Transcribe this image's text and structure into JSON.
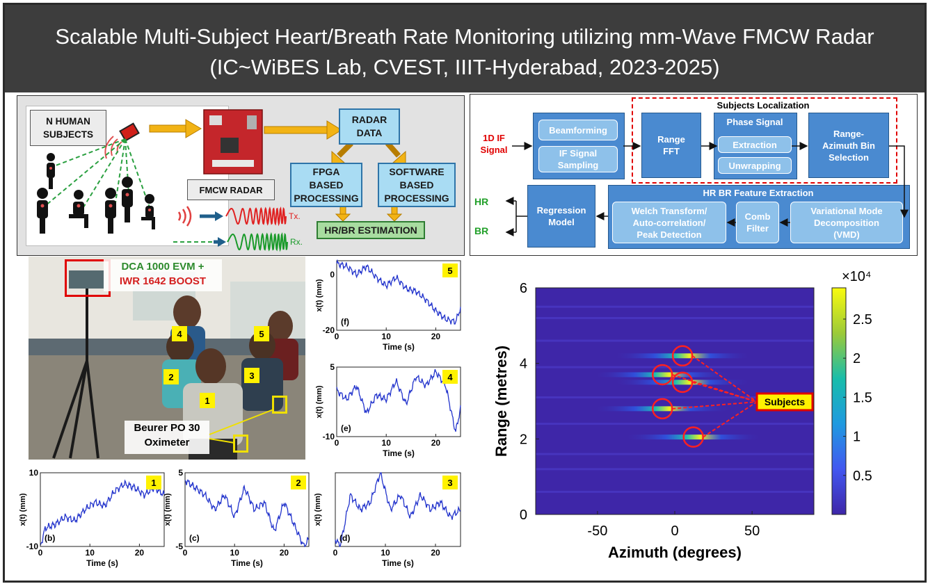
{
  "header": {
    "title_line1": "Scalable Multi-Subject Heart/Breath Rate Monitoring utilizing mm-Wave FMCW Radar",
    "title_line2": "(IC~WiBES Lab, CVEST, IIIT-Hyderabad, 2023-2025)"
  },
  "system": {
    "subjects_label": "N HUMAN\nSUBJECTS",
    "radar_label": "FMCW RADAR",
    "radar_data": "RADAR\nDATA",
    "fpga": "FPGA\nBASED\nPROCESSING",
    "software": "SOFTWARE\nBASED\nPROCESSING",
    "estimation": "HR/BR ESTIMATION",
    "tx": "Tx.",
    "rx": "Rx."
  },
  "pipeline": {
    "input": "1D IF\nSignal",
    "beamforming": "Beamforming",
    "if_sampling": "IF Signal\nSampling",
    "localization_title": "Subjects Localization",
    "range_fft": "Range\nFFT",
    "phase_signal": "Phase Signal",
    "extraction": "Extraction",
    "unwrapping": "Unwrapping",
    "range_azimuth": "Range-\nAzimuth Bin\nSelection",
    "feature_title": "HR BR Feature Extraction",
    "vmd": "Variational Mode\nDecomposition\n(VMD)",
    "comb": "Comb\nFilter",
    "welch": "Welch Transform/\nAuto-correlation/\nPeak Detection",
    "regression": "Regression\nModel",
    "hr": "HR",
    "br": "BR"
  },
  "photo": {
    "device_line1": "DCA 1000 EVM +",
    "device_line2": "IWR 1642 BOOST",
    "oximeter": "Beurer PO 30\nOximeter",
    "numbers": [
      "1",
      "2",
      "3",
      "4",
      "5"
    ]
  },
  "colors": {
    "banner": "#3d3d3d",
    "light_box": "#a9dcf3",
    "green_box": "#a8dca0",
    "blue_box": "#4a8ad0",
    "accent_red": "#e00000",
    "accent_green": "#22a02a",
    "trace": "#2233cc",
    "marker_yellow": "#fff200"
  },
  "chart_data": [
    {
      "type": "line",
      "panel": "(f)",
      "subject": "5",
      "xlabel": "Time (s)",
      "ylabel": "x(t) (mm)",
      "xlim": [
        0,
        25
      ],
      "ylim": [
        -20,
        5
      ],
      "xticks": [
        "0",
        "10",
        "20"
      ],
      "yticks": [
        "-20",
        "0"
      ],
      "x": [
        0,
        2,
        4,
        6,
        8,
        10,
        12,
        14,
        16,
        18,
        20,
        22,
        24,
        25
      ],
      "y": [
        4,
        3,
        0,
        3,
        -1,
        -4,
        -1,
        -5,
        -6,
        -9,
        -13,
        -16,
        -17,
        -12
      ]
    },
    {
      "type": "line",
      "panel": "(e)",
      "subject": "4",
      "xlabel": "Time (s)",
      "ylabel": "x(t) (mm)",
      "xlim": [
        0,
        25
      ],
      "ylim": [
        -10,
        5
      ],
      "xticks": [
        "0",
        "10",
        "20"
      ],
      "yticks": [
        "-10",
        "5"
      ],
      "x": [
        0,
        2,
        4,
        6,
        8,
        10,
        12,
        14,
        16,
        18,
        20,
        22,
        24,
        25
      ],
      "y": [
        0,
        -2,
        1,
        -5,
        -1,
        -2,
        2,
        -3,
        3,
        1,
        4,
        1,
        -9,
        -4
      ]
    },
    {
      "type": "line",
      "panel": "(b)",
      "subject": "1",
      "xlabel": "Time (s)",
      "ylabel": "x(t) (mm)",
      "xlim": [
        0,
        25
      ],
      "ylim": [
        -10,
        10
      ],
      "xticks": [
        "0",
        "10",
        "20"
      ],
      "yticks": [
        "-10",
        "10"
      ],
      "x": [
        0,
        1,
        3,
        5,
        7,
        9,
        11,
        13,
        15,
        17,
        19,
        21,
        23,
        25
      ],
      "y": [
        -10,
        -5,
        -4,
        -2,
        -3,
        0,
        2,
        1,
        5,
        7,
        6,
        4,
        6,
        4
      ]
    },
    {
      "type": "line",
      "panel": "(c)",
      "subject": "2",
      "xlabel": "Time (s)",
      "ylabel": "x(t) (mm)",
      "xlim": [
        0,
        25
      ],
      "ylim": [
        -5,
        5
      ],
      "xticks": [
        "0",
        "10",
        "20"
      ],
      "yticks": [
        "-5",
        "5"
      ],
      "x": [
        0,
        2,
        4,
        6,
        8,
        10,
        12,
        14,
        16,
        18,
        20,
        22,
        24,
        25
      ],
      "y": [
        4,
        3,
        2,
        0,
        2,
        -1,
        3,
        0,
        1,
        -3,
        1,
        -2,
        -5,
        -4
      ]
    },
    {
      "type": "line",
      "panel": "(d)",
      "subject": "3",
      "xlabel": "Time (s)",
      "ylabel": "x(t) (mm)",
      "xlim": [
        0,
        25
      ],
      "ylim": [
        -5,
        5
      ],
      "xticks": [
        "0",
        "10",
        "20"
      ],
      "yticks": [],
      "x": [
        0,
        1,
        3,
        5,
        7,
        9,
        11,
        13,
        15,
        17,
        19,
        21,
        23,
        25
      ],
      "y": [
        -4,
        -5,
        2,
        0,
        1,
        5,
        0,
        2,
        -1,
        2,
        0,
        1,
        -1,
        0
      ]
    },
    {
      "type": "heatmap",
      "xlabel": "Azimuth (degrees)",
      "ylabel": "Range (metres)",
      "xlim": [
        -90,
        90
      ],
      "ylim": [
        0,
        6
      ],
      "xticks": [
        "-50",
        "0",
        "50"
      ],
      "yticks": [
        "0",
        "2",
        "4",
        "6"
      ],
      "colorbar_scale": "×10⁴",
      "colorbar_ticks": [
        "0.5",
        "1",
        "1.5",
        "2",
        "2.5"
      ],
      "colorbar_range": [
        0,
        2.9
      ],
      "annotation": "Subjects",
      "subjects": [
        {
          "azimuth": 5,
          "range": 4.2
        },
        {
          "azimuth": -8,
          "range": 3.7
        },
        {
          "azimuth": 5,
          "range": 3.5
        },
        {
          "azimuth": -8,
          "range": 2.8
        },
        {
          "azimuth": 12,
          "range": 2.05
        }
      ]
    }
  ]
}
